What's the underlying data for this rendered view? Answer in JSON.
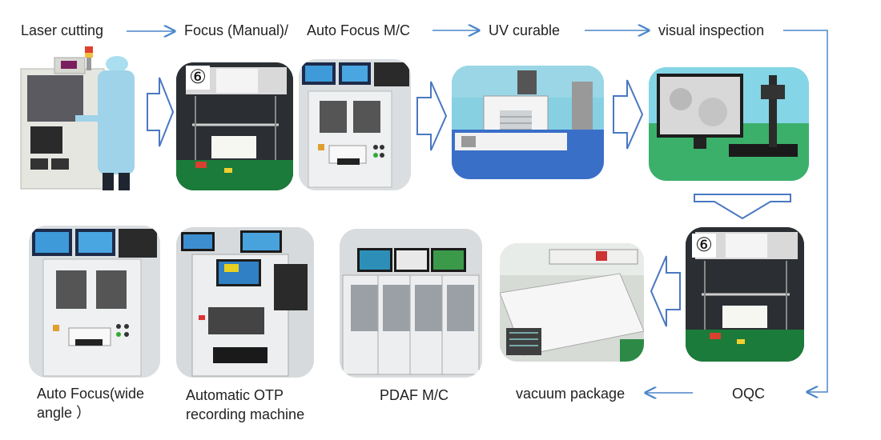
{
  "top_flow": {
    "laser": "Laser cutting",
    "focus_manual": "Focus (Manual)/",
    "auto_focus": "Auto Focus M/C",
    "uv": "UV curable",
    "visual": "visual inspection"
  },
  "bottom_labels": {
    "auto_wide_line1": "Auto Focus(wide",
    "auto_wide_line2": "angle ）",
    "otp_line1": "Automatic OTP",
    "otp_line2": "recording machine",
    "pdaf": "PDAF M/C",
    "vacuum": "vacuum package",
    "oqc": "OQC"
  },
  "badges": {
    "focus_badge": "⑥",
    "oqc_badge": "⑥"
  },
  "colors": {
    "arrow_fill": "#ffffff",
    "arrow_stroke": "#4a78c2",
    "connector": "#4a86c8",
    "machine_white": "#e9ecee",
    "uv_blue": "#3a6fc8",
    "inspection_bg": "#7ed6e6",
    "floor_green": "#3bb06a"
  }
}
